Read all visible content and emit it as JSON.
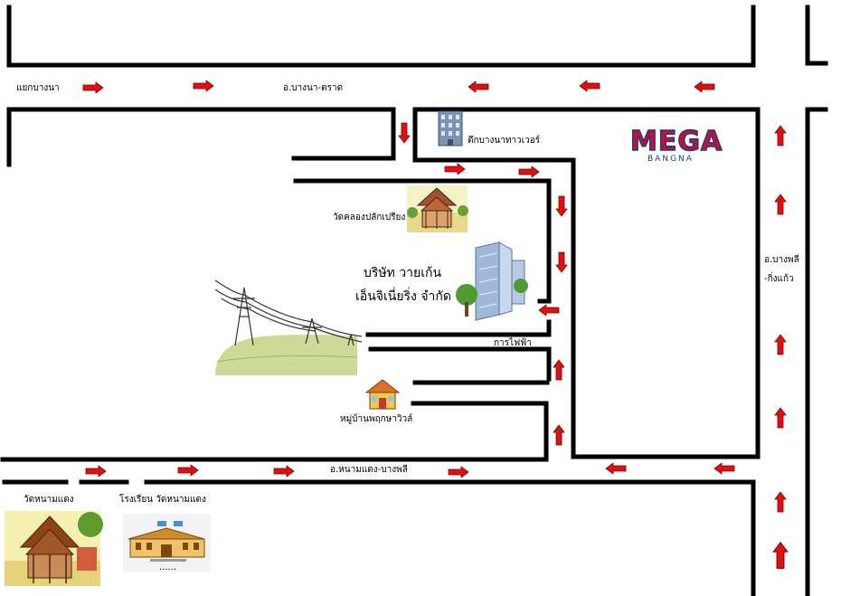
{
  "labels": {
    "yaek_bang_na": "แยกบางนา",
    "amphoe_bang_na_trat": "อ.บางนา-ตราด",
    "bangna_tower": "ตึกบางนาทาวเวอร์",
    "wat_khlong_plak_priang": "วัดคลองปลักเปรียง",
    "company_line1": "บริษัท วายเก้น",
    "company_line2": "เอ็นจิเนี่ยริ่ง จำกัด",
    "electricity": "การไฟฟ้า",
    "village": "หมู่บ้านพฤกษาวิวล์",
    "bang_phli_king_kaeo_line1": "อ.บางพลี",
    "bang_phli_king_kaeo_line2": "-กิ่งแก้ว",
    "nam_daeng_bang_phli": "อ.หนามแดง-บางพลี",
    "wat_nam_daeng": "วัดหนามแดง",
    "school_wat_nam_daeng": "โรงเรียน วัดหนามแดง",
    "school_sign": "......"
  },
  "logo": {
    "text": "MEGA",
    "subtext": "BANGNA",
    "color": "#c8102e",
    "outline": "#1a3a8a"
  },
  "colors": {
    "road": "#000000",
    "arrow": "#e01010",
    "arrow_outline": "#7a0000",
    "hill": "#c8d68c"
  }
}
